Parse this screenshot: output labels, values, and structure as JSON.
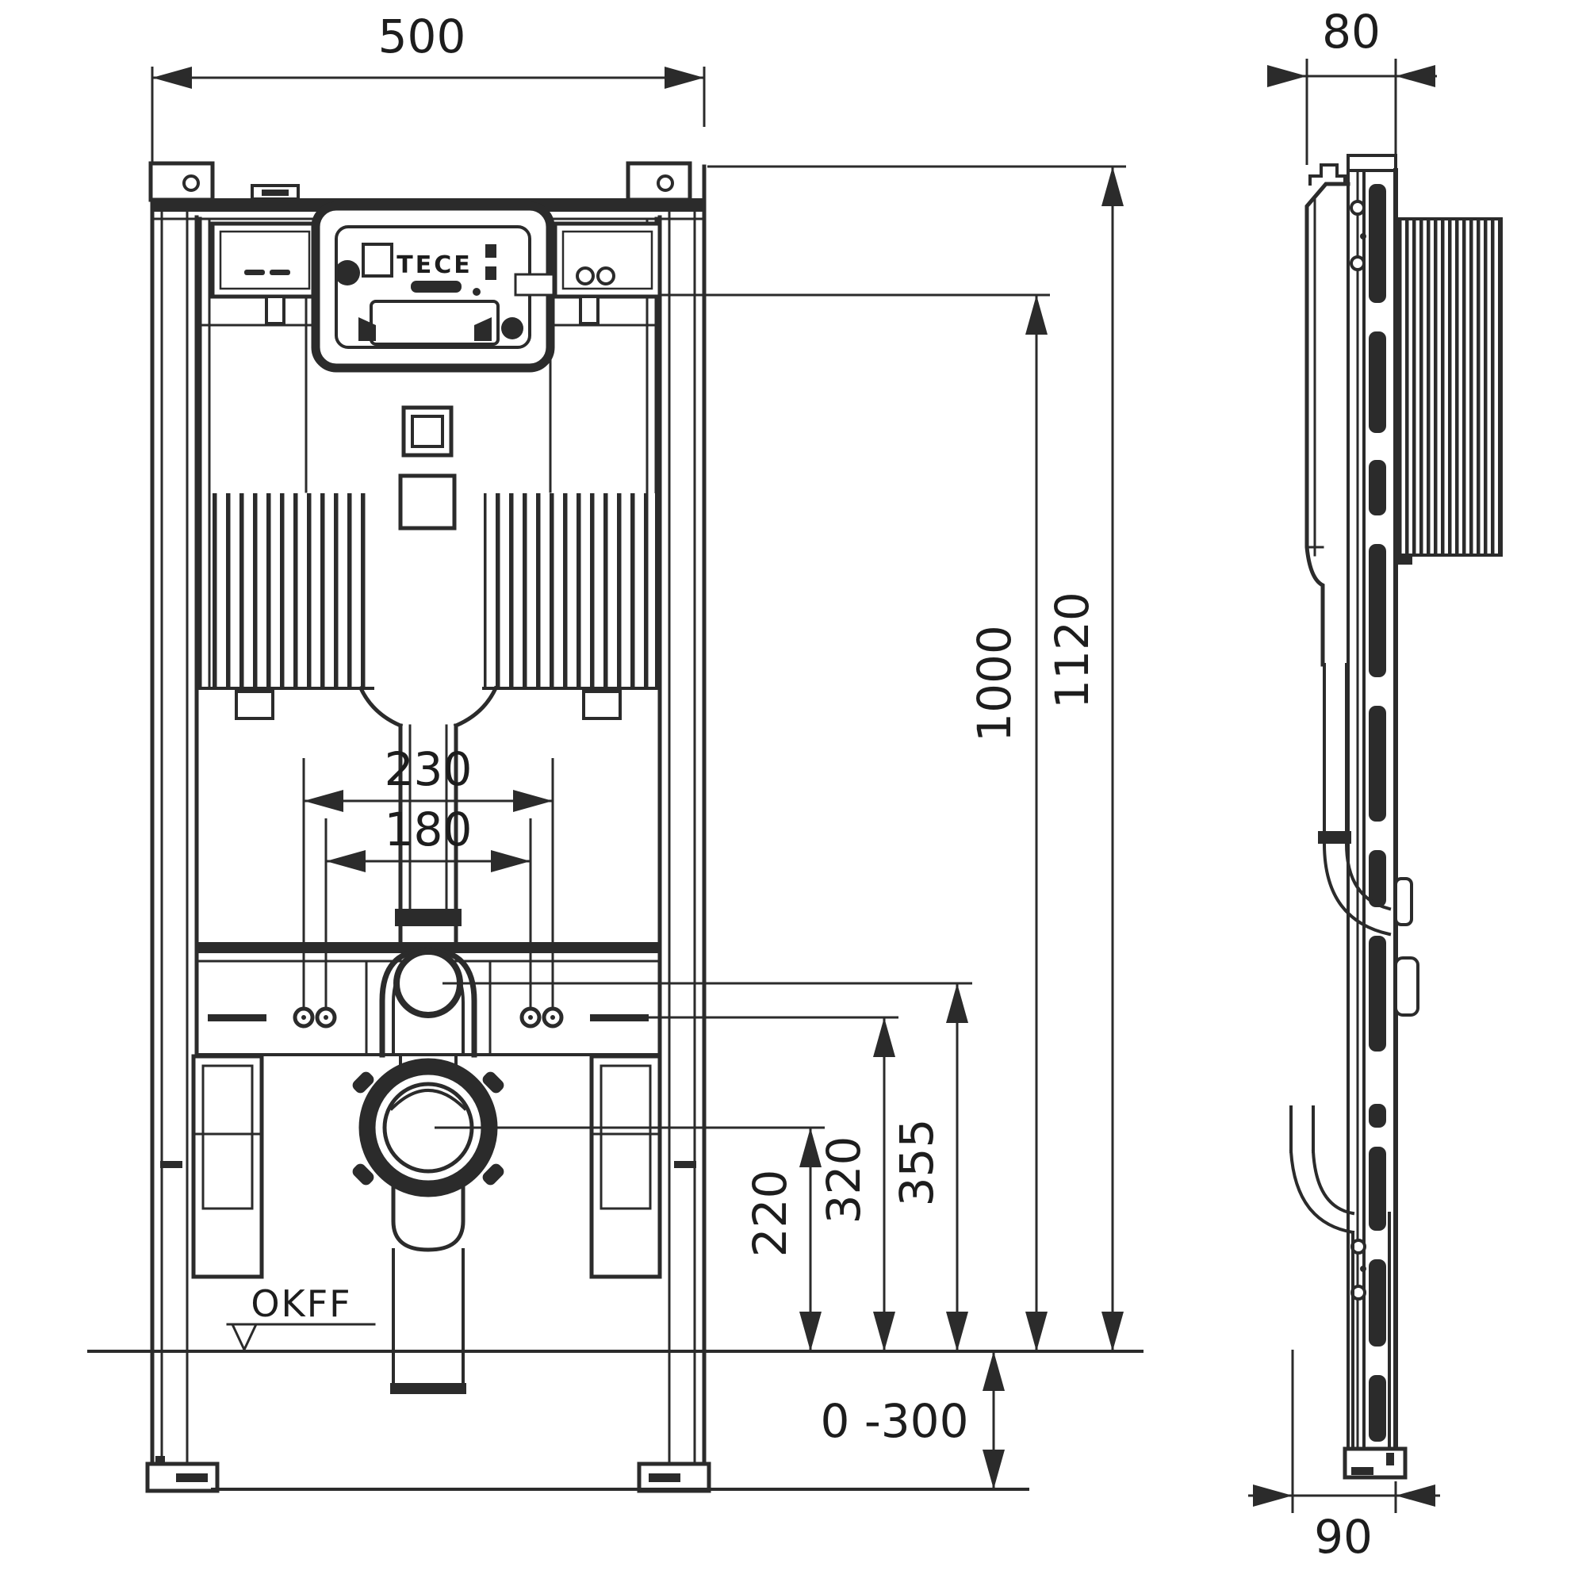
{
  "page": {
    "type": "technical-installation-drawing",
    "product": "wall-hung WC mounting frame with concealed cistern",
    "brand": "TECE"
  },
  "dims": {
    "width": "500",
    "depth": "80",
    "height_total": "1120",
    "height_cistern_top": "1000",
    "flush_bend_height": "355",
    "fixing_height": "320",
    "drain_height": "220",
    "fixing_span_outer": "230",
    "fixing_span_inner": "180",
    "foot_extension": "0 -300",
    "wall_offset": "90"
  },
  "labels": {
    "floor_level": "OKFF"
  }
}
